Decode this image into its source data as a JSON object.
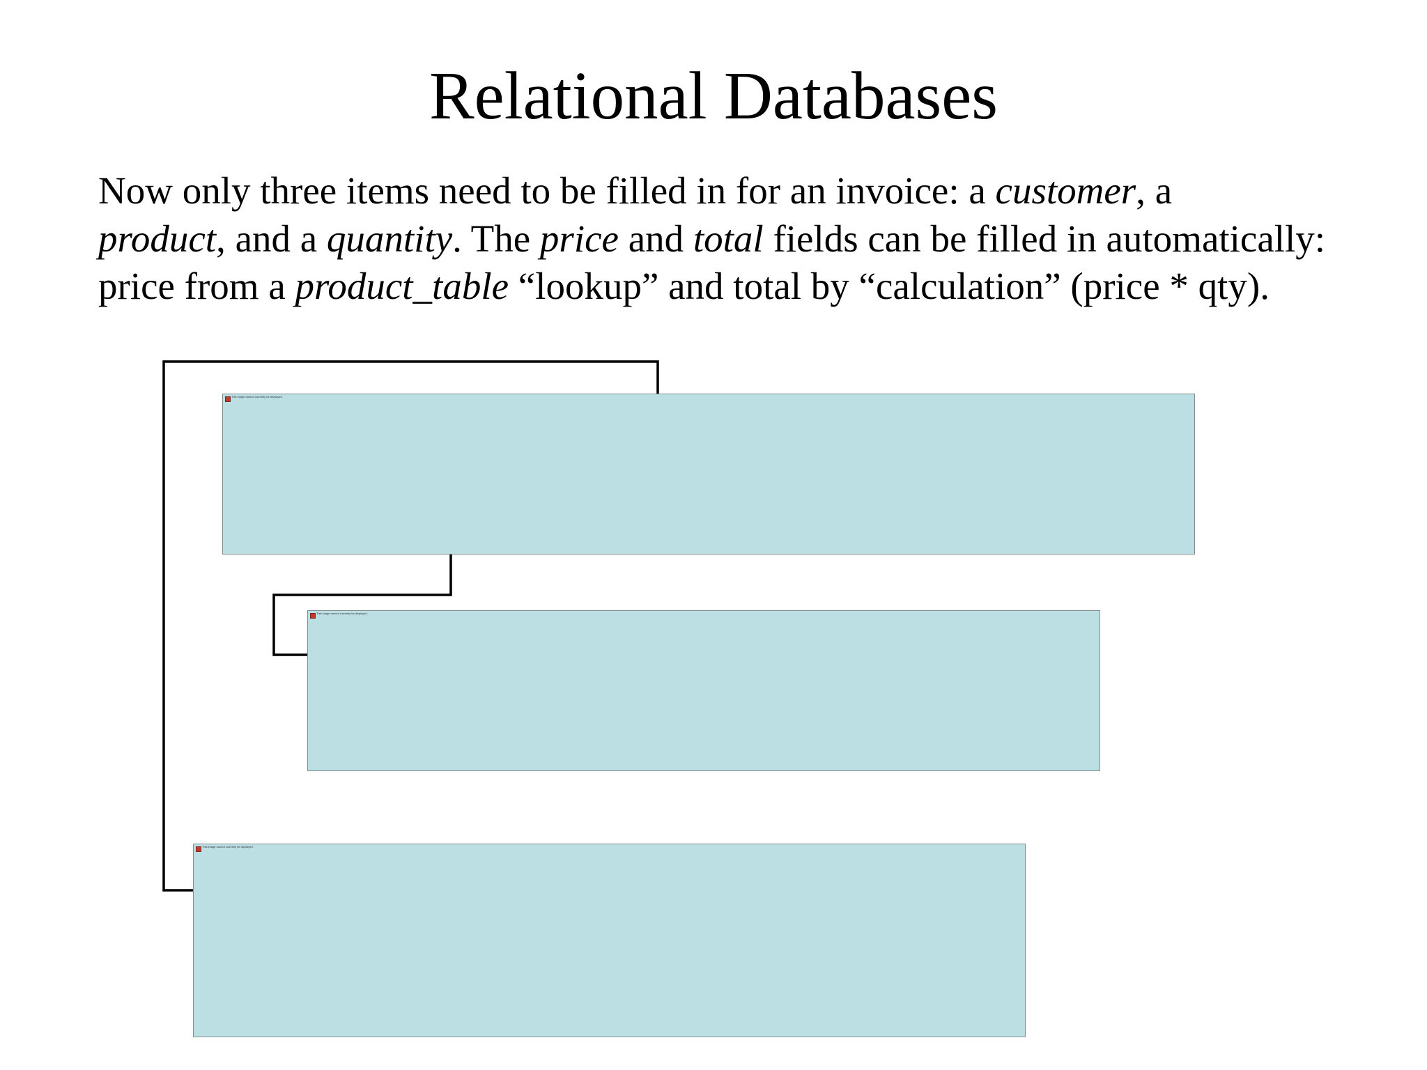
{
  "slide": {
    "title": "Relational Databases",
    "body": {
      "s1": "Now only three items need to be filled in for an invoice: a ",
      "customer": "customer",
      "s2": ", a ",
      "product": "product",
      "s3": ", and a ",
      "quantity": "quantity",
      "s4": ". The ",
      "price": "price",
      "s5": " and ",
      "total": "total",
      "s6": " fields can be filled in automatically: price from a ",
      "product_table": "product_table",
      "s7": " “lookup” and total by “calculation” (price * qty)."
    }
  },
  "images": [
    {
      "alt_text": "This image cannot currently be displayed."
    },
    {
      "alt_text": "This image cannot currently be displayed."
    },
    {
      "alt_text": "This image cannot currently be displayed."
    }
  ],
  "colors": {
    "placeholder_fill": "#bcdfe4",
    "placeholder_border": "#7f8f91",
    "connector": "#000000"
  }
}
